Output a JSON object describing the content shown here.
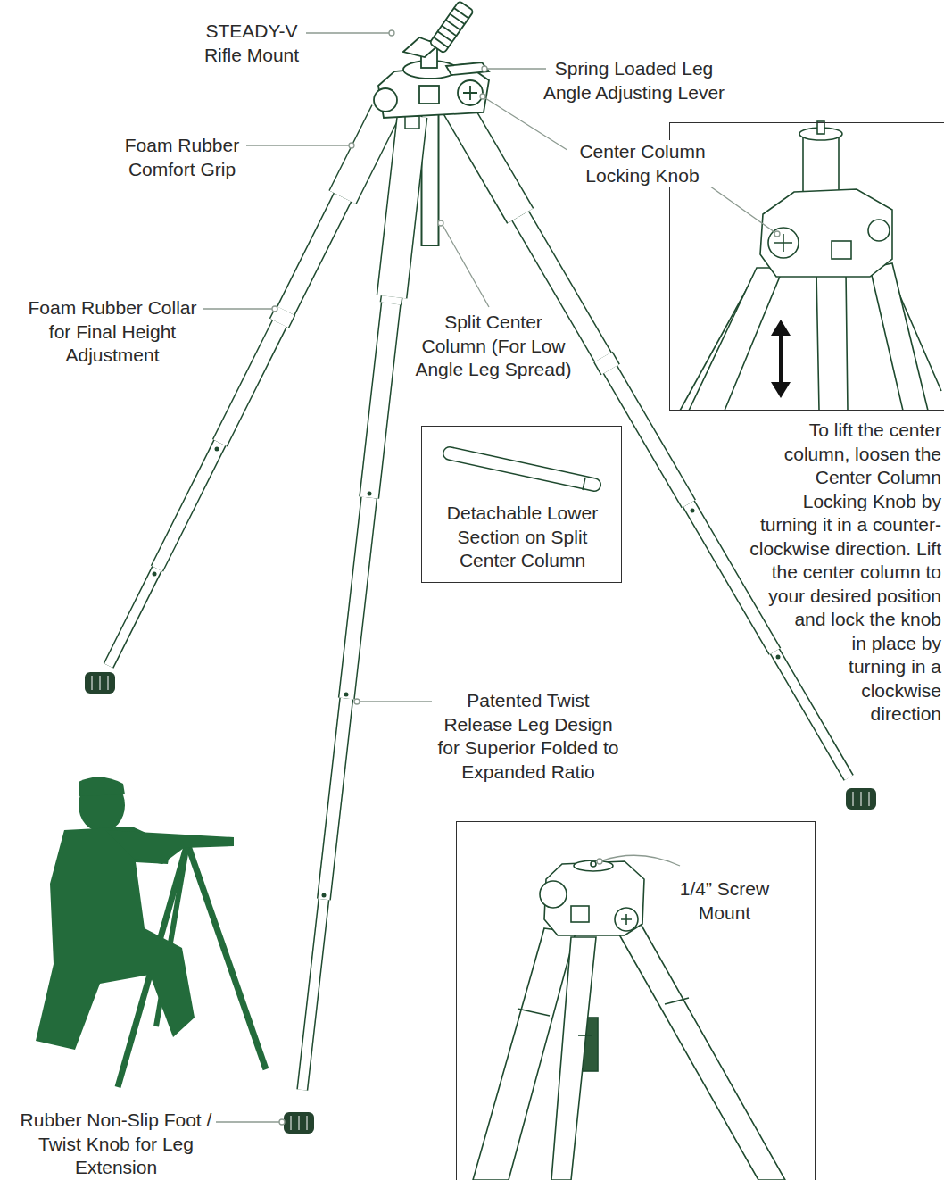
{
  "diagram": {
    "nodes": [
      {
        "text": [
          "To lift the center column, loosen the Center Column Locking Knob by turning it in a counter-clockwise direction. Lift the center column to your desired position and lock the knob in place by turning in a clockwise direction"
        ]
      },
      {
        "text": [
          "Detachable Lower Section on Split Center Column"
        ]
      },
      {
        "text": [
          "1/4” Screw Mount"
        ]
      }
    ],
    "labels": [
      "STEADY-V Rifle Mount",
      "Spring Loaded Leg Angle Adjusting Lever",
      "Foam Rubber Comfort Grip",
      "Center Column Locking Knob",
      "Foam Rubber Collar for Final Height Adjustment",
      "Split Center Column (For Low Angle Leg Spread)",
      "Patented Twist Release Leg Design for Superior Folded to Expanded Ratio",
      "Rubber Non-Slip Foot / Twist Knob for Leg Extension"
    ]
  }
}
